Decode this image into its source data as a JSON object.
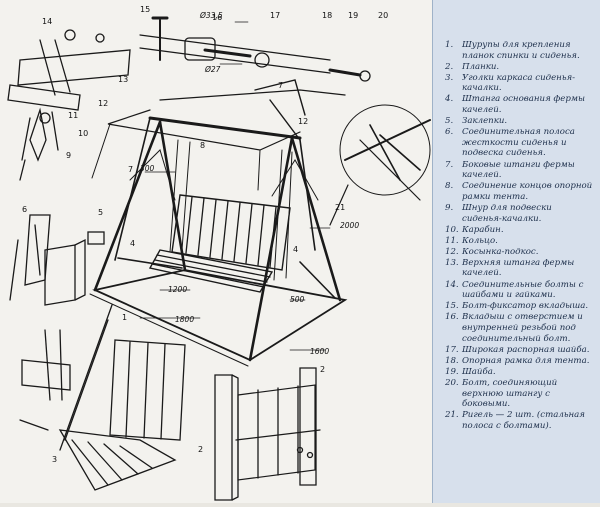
{
  "dimensions": {
    "d_outer": "Ø33,5",
    "d_inner": "Ø27",
    "seat_depth": "300",
    "seat_width": "1200",
    "frame_length": "1800",
    "frame_height": "2000",
    "base_depth": "500",
    "base_width": "1600"
  },
  "callouts": {
    "c1": "1",
    "c2": "2",
    "c2b": "2",
    "c3": "3",
    "c4": "4",
    "c4b": "4",
    "c5": "5",
    "c6": "6",
    "c7": "7",
    "c7b": "7",
    "c8": "8",
    "c9": "9",
    "c10": "10",
    "c11": "11",
    "c12": "12",
    "c12b": "12",
    "c13": "13",
    "c14": "14",
    "c15": "15",
    "c16": "16",
    "c17": "17",
    "c18": "18",
    "c19": "19",
    "c20": "20",
    "c21": "21"
  },
  "legend": [
    {
      "n": "1.",
      "t": "Шурупы для крепления планок спинки и сиденья."
    },
    {
      "n": "2.",
      "t": "Планки."
    },
    {
      "n": "3.",
      "t": "Уголки каркаса сиденья-качалки."
    },
    {
      "n": "4.",
      "t": "Штанга основания фермы качелей."
    },
    {
      "n": "5.",
      "t": "Заклепки."
    },
    {
      "n": "6.",
      "t": "Соединительная полоса жесткости сиденья и подвеска сиденья."
    },
    {
      "n": "7.",
      "t": "Боковые штанги фермы качелей."
    },
    {
      "n": "8.",
      "t": "Соединение концов опорной рамки тента."
    },
    {
      "n": "9.",
      "t": "Шнур для подвески сиденья-качалки."
    },
    {
      "n": "10.",
      "t": "Карабин."
    },
    {
      "n": "11.",
      "t": "Кольцо."
    },
    {
      "n": "12.",
      "t": "Косынка-подкос."
    },
    {
      "n": "13.",
      "t": "Верхняя штанга фермы качелей."
    },
    {
      "n": "14.",
      "t": "Соединительные болты с шайбами и гайками."
    },
    {
      "n": "15.",
      "t": "Болт-фиксатор вкладыша."
    },
    {
      "n": "16.",
      "t": "Вкладыш с отверстием и внутренней резьбой под соединительный болт."
    },
    {
      "n": "17.",
      "t": "Широкая распорная шайба."
    },
    {
      "n": "18.",
      "t": "Опорная рамка для тента."
    },
    {
      "n": "19.",
      "t": "Шайба."
    },
    {
      "n": "20.",
      "t": "Болт, соединяющий верхнюю штангу с боковыми."
    },
    {
      "n": "21.",
      "t": "Ригель — 2 шт. (стальная полоса с болтами)."
    }
  ]
}
